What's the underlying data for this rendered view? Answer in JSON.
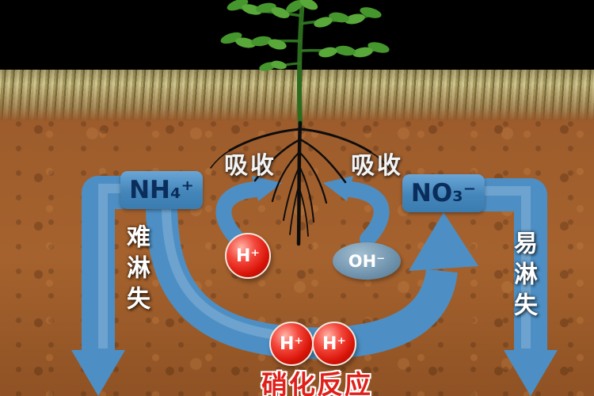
{
  "labels": {
    "ammonium": "NH₄⁺",
    "nitrate": "NO₃⁻",
    "absorb_left": "吸收",
    "absorb_right": "吸收",
    "hard_leach": "难淋失",
    "easy_leach": "易淋失",
    "h_top": "H⁺",
    "oh": "OH⁻",
    "h_bottom_1": "H⁺",
    "h_bottom_2": "H⁺",
    "nitrification": "硝化反应"
  },
  "colors": {
    "arrow_blue": "#4d8fc4",
    "box_text_navy": "#0b2d5c",
    "ion_red": "#d91408",
    "oh_gray_blue": "#6f93ad",
    "soil_brown": "#9c5a2b",
    "grass_tan": "#bdb27b",
    "sky_black": "#000000",
    "plant_green": "#46962e",
    "nitrification_red": "#e0201a"
  }
}
